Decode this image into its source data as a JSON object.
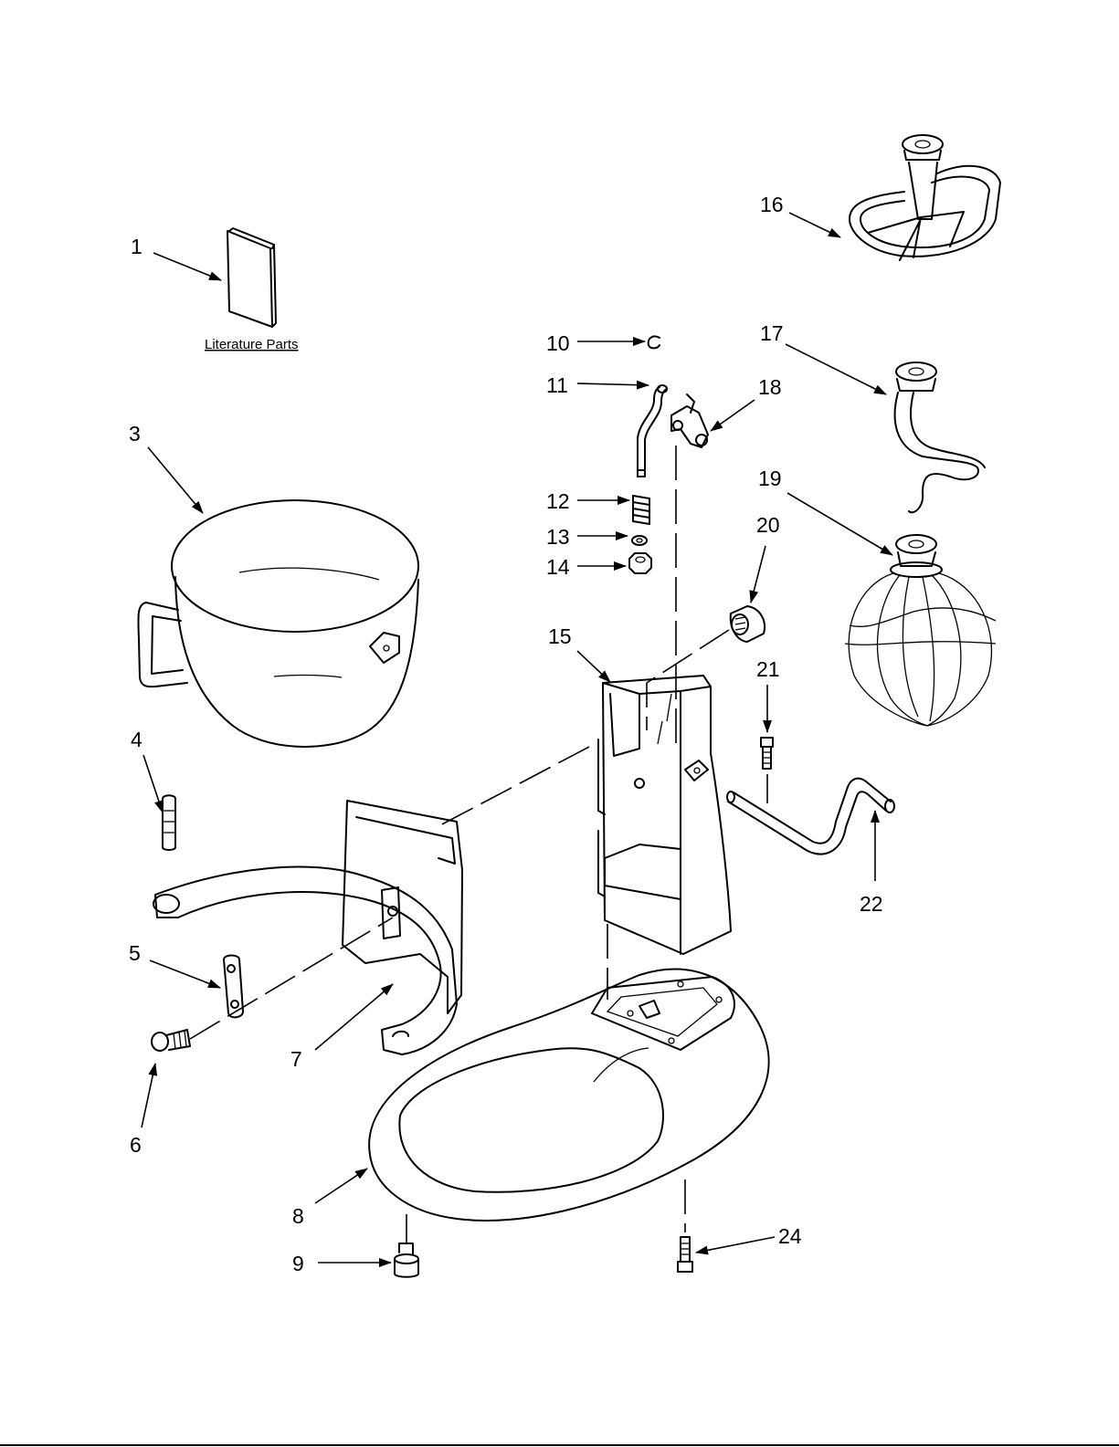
{
  "literature_label": "Literature Parts",
  "callouts": [
    "1",
    "3",
    "4",
    "5",
    "6",
    "7",
    "8",
    "9",
    "10",
    "11",
    "12",
    "13",
    "14",
    "15",
    "16",
    "17",
    "18",
    "19",
    "20",
    "21",
    "22",
    "24"
  ],
  "parts": [
    {
      "number": "1",
      "icon": "literature-booklet-icon"
    },
    {
      "number": "3",
      "icon": "mixing-bowl-icon"
    },
    {
      "number": "4",
      "icon": "bowl-pin-icon"
    },
    {
      "number": "5",
      "icon": "bowl-clamp-plate-icon"
    },
    {
      "number": "6",
      "icon": "screw-icon"
    },
    {
      "number": "7",
      "icon": "bowl-support-arm-icon"
    },
    {
      "number": "8",
      "icon": "mixer-base-icon"
    },
    {
      "number": "9",
      "icon": "foot-icon"
    },
    {
      "number": "10",
      "icon": "retaining-ring-icon"
    },
    {
      "number": "11",
      "icon": "bent-rod-icon"
    },
    {
      "number": "12",
      "icon": "spring-icon"
    },
    {
      "number": "13",
      "icon": "washer-icon"
    },
    {
      "number": "14",
      "icon": "nut-icon"
    },
    {
      "number": "15",
      "icon": "column-housing-icon"
    },
    {
      "number": "16",
      "icon": "flat-beater-icon"
    },
    {
      "number": "17",
      "icon": "dough-hook-icon"
    },
    {
      "number": "18",
      "icon": "lever-bracket-icon"
    },
    {
      "number": "19",
      "icon": "wire-whip-icon"
    },
    {
      "number": "20",
      "icon": "knob-icon"
    },
    {
      "number": "21",
      "icon": "set-screw-icon"
    },
    {
      "number": "22",
      "icon": "crank-handle-icon"
    },
    {
      "number": "24",
      "icon": "base-screw-icon"
    }
  ]
}
